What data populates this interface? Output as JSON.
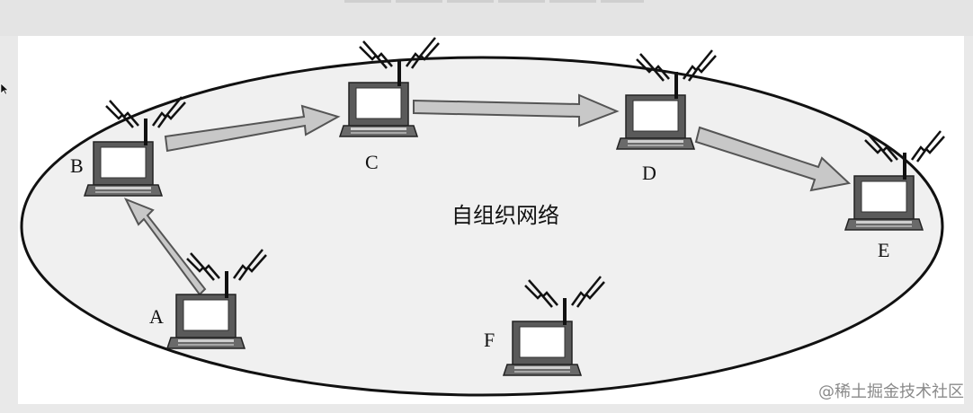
{
  "diagram": {
    "title": "自组织网络",
    "nodes": [
      {
        "id": "A",
        "label": "A"
      },
      {
        "id": "B",
        "label": "B"
      },
      {
        "id": "C",
        "label": "C"
      },
      {
        "id": "D",
        "label": "D"
      },
      {
        "id": "E",
        "label": "E"
      },
      {
        "id": "F",
        "label": "F"
      }
    ],
    "edges": [
      {
        "from": "A",
        "to": "B"
      },
      {
        "from": "B",
        "to": "C"
      },
      {
        "from": "C",
        "to": "D"
      },
      {
        "from": "D",
        "to": "E"
      }
    ]
  },
  "watermark": "@稀土掘金技术社区",
  "colors": {
    "arrow_fill": "#c8c8c8",
    "arrow_stroke": "#555555",
    "ellipse_fill": "#f0f0f0",
    "screen": "#ffffff",
    "laptop": "#555555"
  },
  "icons": [
    "laptop-icon",
    "antenna-icon",
    "signal-bolt-icon",
    "cursor-icon"
  ]
}
